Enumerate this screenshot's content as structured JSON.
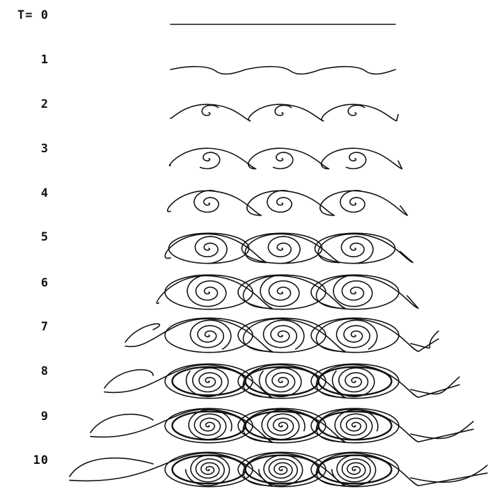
{
  "figure": {
    "labels": [
      {
        "text": "T= 0"
      },
      {
        "text": "1"
      },
      {
        "text": "2"
      },
      {
        "text": "3"
      },
      {
        "text": "4"
      },
      {
        "text": "5"
      },
      {
        "text": "6"
      },
      {
        "text": "7"
      },
      {
        "text": "8"
      },
      {
        "text": "9"
      },
      {
        "text": "10"
      }
    ],
    "stroke_color": "#111111"
  }
}
